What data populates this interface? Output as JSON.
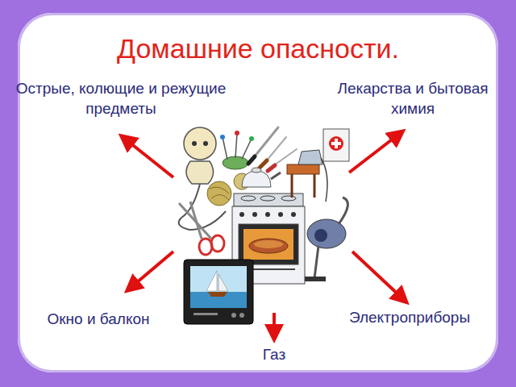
{
  "diagram": {
    "title": "Домашние опасности.",
    "labels": [
      "Острые, колющие и режущие предметы",
      "Лекарства и бытовая химия",
      "Окно и балкон",
      "Электроприборы",
      "Газ"
    ]
  }
}
